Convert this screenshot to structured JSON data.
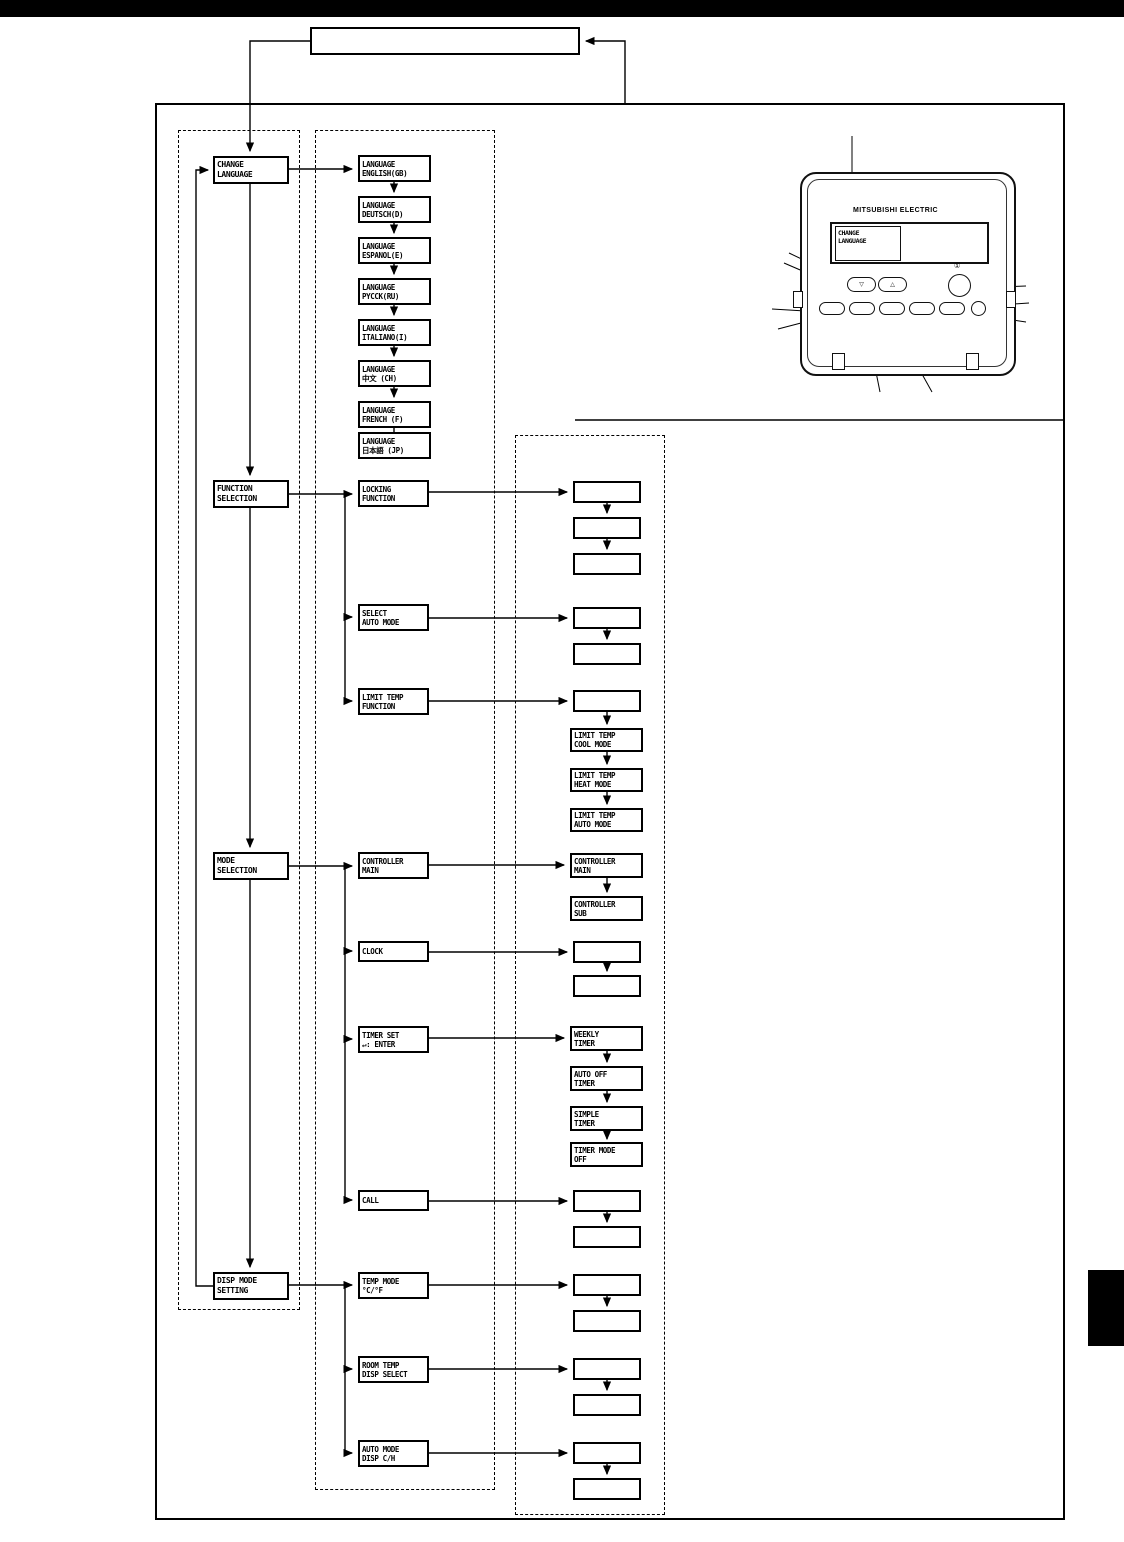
{
  "flow": {
    "left_menu": [
      {
        "label": "CHANGE\nLANGUAGE"
      },
      {
        "label": "FUNCTION\nSELECTION"
      },
      {
        "label": "MODE\nSELECTION"
      },
      {
        "label": "DISP MODE\nSETTING"
      }
    ],
    "languages": [
      "LANGUAGE\nENGLISH(GB)",
      "LANGUAGE\nDEUTSCH(D)",
      "LANGUAGE\nESPANOL(E)",
      "LANGUAGE\nPYCCK(RU)",
      "LANGUAGE\nITALIANO(I)",
      "LANGUAGE\n中文 (CH)",
      "LANGUAGE\nFRENCH (F)",
      "LANGUAGE\n日本語 (JP)"
    ],
    "function_items": [
      "LOCKING\nFUNCTION",
      "SELECT\nAUTO MODE",
      "LIMIT TEMP\nFUNCTION"
    ],
    "mode_items": [
      "CONTROLLER\nMAIN",
      "CLOCK",
      "TIMER SET\n↵: ENTER",
      "CALL"
    ],
    "disp_items": [
      "TEMP MODE\n°C/°F",
      "ROOM TEMP\nDISP SELECT",
      "AUTO MODE\nDISP C/H"
    ],
    "limit_temp_sub": [
      "LIMIT TEMP\nCOOL MODE",
      "LIMIT TEMP\nHEAT MODE",
      "LIMIT TEMP\nAUTO MODE"
    ],
    "controller_sub": [
      "CONTROLLER\nMAIN",
      "CONTROLLER\nSUB"
    ],
    "timer_sub": [
      "WEEKLY\nTIMER",
      "AUTO OFF\nTIMER",
      "SIMPLE\nTIMER",
      "TIMER MODE\nOFF"
    ]
  },
  "controller": {
    "brand": "MITSUBISHI ELECTRIC",
    "display": "CHANGE\nLANGUAGE",
    "power_symbol": "①",
    "temp_down_symbol": "▽",
    "temp_up_symbol": "△"
  },
  "colors": {
    "header_bar": "#000000",
    "page_tab": "#000000"
  }
}
